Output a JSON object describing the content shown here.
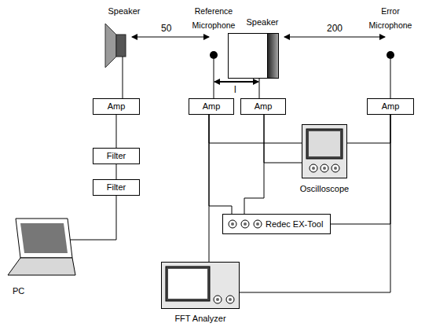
{
  "diagram": {
    "nodes": [
      {
        "text": [
          "Speaker"
        ]
      },
      {
        "text": [
          "Reference Microphone"
        ]
      },
      {
        "text": [
          "Speaker"
        ]
      },
      {
        "text": [
          "Error Microphone"
        ]
      },
      {
        "text": [
          "Amp"
        ]
      },
      {
        "text": [
          "Amp"
        ]
      },
      {
        "text": [
          "Amp"
        ]
      },
      {
        "text": [
          "Amp"
        ]
      },
      {
        "text": [
          "Filter"
        ]
      },
      {
        "text": [
          "Filter"
        ]
      },
      {
        "text": [
          "Oscilloscope"
        ]
      },
      {
        "text": [
          "Redec EX-Tool"
        ]
      },
      {
        "text": [
          "PC"
        ]
      },
      {
        "text": [
          "FFT Analyzer"
        ]
      }
    ],
    "edges": [
      {
        "from": 0,
        "to": 4,
        "arrow": "none"
      },
      {
        "from": 4,
        "to": 8,
        "arrow": "none"
      },
      {
        "from": 8,
        "to": 9,
        "arrow": "none"
      },
      {
        "from": 9,
        "to": 12,
        "arrow": "none"
      },
      {
        "from": 1,
        "to": 5,
        "arrow": "none"
      },
      {
        "from": 2,
        "to": 6,
        "arrow": "none"
      },
      {
        "from": 3,
        "to": 7,
        "arrow": "none"
      },
      {
        "from": 5,
        "to": 10,
        "arrow": "none"
      },
      {
        "from": 6,
        "to": 10,
        "arrow": "none"
      },
      {
        "from": 7,
        "to": 10,
        "arrow": "none"
      },
      {
        "from": 5,
        "to": 11,
        "arrow": "none"
      },
      {
        "from": 6,
        "to": 11,
        "arrow": "none"
      },
      {
        "from": 7,
        "to": 11,
        "arrow": "none"
      },
      {
        "from": 5,
        "to": 13,
        "arrow": "none"
      },
      {
        "from": 7,
        "to": 13,
        "arrow": "none"
      }
    ],
    "labels": [
      "50",
      "l",
      "200"
    ]
  }
}
